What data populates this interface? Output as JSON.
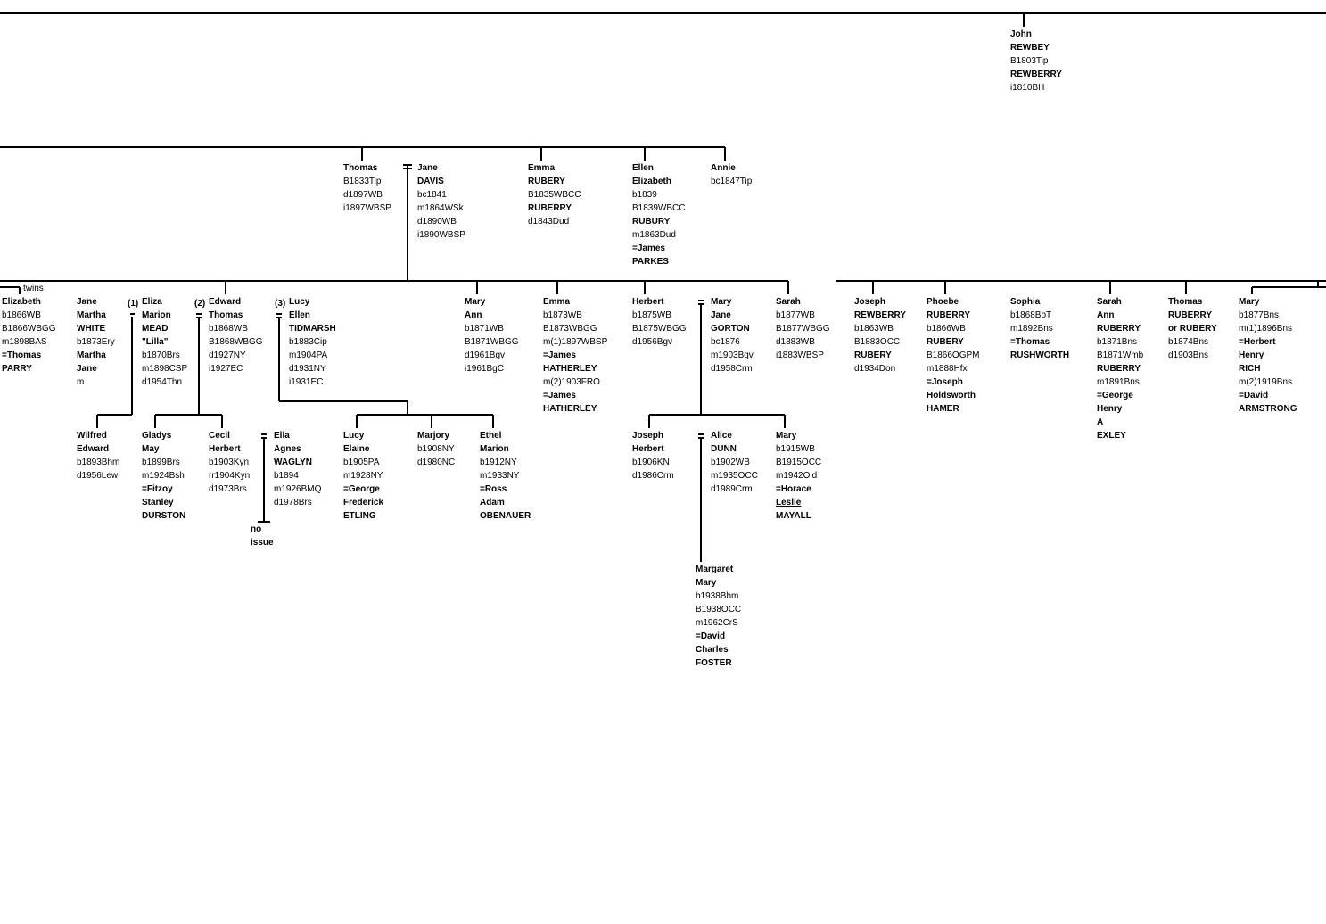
{
  "people": [
    {
      "id": "john",
      "lines": [
        {
          "t": "John",
          "b": 1
        },
        {
          "t": "REWBEY",
          "b": 1
        },
        {
          "t": "B1803Tip"
        },
        {
          "t": "REWBERRY",
          "b": 1
        },
        {
          "t": "i1810BH"
        }
      ]
    },
    {
      "id": "thomas",
      "lines": [
        {
          "t": "Thomas",
          "b": 1
        },
        {
          "t": "B1833Tip"
        },
        {
          "t": "d1897WB"
        },
        {
          "t": "i1897WBSP"
        }
      ]
    },
    {
      "id": "jane-davis",
      "lines": [
        {
          "t": "Jane",
          "b": 1
        },
        {
          "t": "DAVIS",
          "b": 1
        },
        {
          "t": "bc1841"
        },
        {
          "t": "m1864WSk"
        },
        {
          "t": "d1890WB"
        },
        {
          "t": "i1890WBSP"
        }
      ]
    },
    {
      "id": "emma-rubery",
      "lines": [
        {
          "t": "Emma",
          "b": 1
        },
        {
          "t": "RUBERY",
          "b": 1
        },
        {
          "t": "B1835WBCC"
        },
        {
          "t": "RUBERRY",
          "b": 1
        },
        {
          "t": "d1843Dud"
        }
      ]
    },
    {
      "id": "ellen-elizabeth",
      "lines": [
        {
          "t": "Ellen",
          "b": 1
        },
        {
          "t": "Elizabeth",
          "b": 1
        },
        {
          "t": "b1839"
        },
        {
          "t": "B1839WBCC"
        },
        {
          "t": "RUBURY",
          "b": 1
        },
        {
          "t": "m1863Dud"
        },
        {
          "t": "=James",
          "b": 1
        },
        {
          "t": " PARKES",
          "b": 1
        }
      ]
    },
    {
      "id": "annie",
      "lines": [
        {
          "t": "Annie",
          "b": 1
        },
        {
          "t": "bc1847Tip"
        }
      ]
    },
    {
      "id": "elizabeth",
      "lines": [
        {
          "t": "Elizabeth",
          "b": 1
        },
        {
          "t": "b1866WB"
        },
        {
          "t": "B1866WBGG"
        },
        {
          "t": "m1898BAS"
        },
        {
          "t": "=Thomas",
          "b": 1
        },
        {
          "t": " PARRY",
          "b": 1
        }
      ]
    },
    {
      "id": "jane-martha",
      "lines": [
        {
          "t": "Jane",
          "b": 1
        },
        {
          "t": "Martha",
          "b": 1
        },
        {
          "t": "WHITE",
          "b": 1
        },
        {
          "t": "b1873Ery"
        },
        {
          "t": "Martha",
          "b": 1
        },
        {
          "t": "Jane",
          "b": 1
        },
        {
          "t": "m"
        }
      ]
    },
    {
      "id": "eliza-marion",
      "lines": [
        {
          "t": "Eliza",
          "b": 1
        },
        {
          "t": "Marion",
          "b": 1
        },
        {
          "t": "MEAD",
          "b": 1
        },
        {
          "t": "\"Lilla\"",
          "b": 1
        },
        {
          "t": "b1870Brs"
        },
        {
          "t": "m1898CSP"
        },
        {
          "t": "d1954Thn"
        }
      ]
    },
    {
      "id": "edward-thomas",
      "lines": [
        {
          "t": "Edward",
          "b": 1
        },
        {
          "t": "Thomas",
          "b": 1
        },
        {
          "t": "b1868WB"
        },
        {
          "t": "B1868WBGG"
        },
        {
          "t": "d1927NY"
        },
        {
          "t": "i1927EC"
        }
      ]
    },
    {
      "id": "lucy-ellen",
      "lines": [
        {
          "t": "Lucy",
          "b": 1
        },
        {
          "t": "Ellen",
          "b": 1
        },
        {
          "t": "TIDMARSH",
          "b": 1
        },
        {
          "t": "b1883Cip"
        },
        {
          "t": "m1904PA"
        },
        {
          "t": "d1931NY"
        },
        {
          "t": "i1931EC"
        }
      ]
    },
    {
      "id": "mary-ann",
      "lines": [
        {
          "t": "Mary",
          "b": 1
        },
        {
          "t": "Ann",
          "b": 1
        },
        {
          "t": "b1871WB"
        },
        {
          "t": "B1871WBGG"
        },
        {
          "t": "d1961Bgv"
        },
        {
          "t": "i1961BgC"
        }
      ]
    },
    {
      "id": "emma-1873",
      "lines": [
        {
          "t": "Emma",
          "b": 1
        },
        {
          "t": "b1873WB"
        },
        {
          "t": "B1873WBGG"
        },
        {
          "t": "m(1)1897WBSP"
        },
        {
          "t": "=James",
          "b": 1
        },
        {
          "t": " HATHERLEY",
          "b": 1
        },
        {
          "t": "m(2)1903FRO"
        },
        {
          "t": "=James",
          "b": 1
        },
        {
          "t": " HATHERLEY",
          "b": 1
        }
      ]
    },
    {
      "id": "herbert",
      "lines": [
        {
          "t": "Herbert",
          "b": 1
        },
        {
          "t": "b1875WB"
        },
        {
          "t": "B1875WBGG"
        },
        {
          "t": "d1956Bgv"
        }
      ]
    },
    {
      "id": "mary-jane-gorton",
      "lines": [
        {
          "t": "Mary",
          "b": 1
        },
        {
          "t": "Jane",
          "b": 1
        },
        {
          "t": "GORTON",
          "b": 1
        },
        {
          "t": "bc1876"
        },
        {
          "t": "m1903Bgv"
        },
        {
          "t": "d1958Crm"
        }
      ]
    },
    {
      "id": "sarah-1877",
      "lines": [
        {
          "t": "Sarah",
          "b": 1
        },
        {
          "t": "b1877WB"
        },
        {
          "t": "B1877WBGG"
        },
        {
          "t": "d1883WB"
        },
        {
          "t": "i1883WBSP"
        }
      ]
    },
    {
      "id": "joseph-rewberry",
      "lines": [
        {
          "t": "Joseph",
          "b": 1
        },
        {
          "t": "REWBERRY",
          "b": 1
        },
        {
          "t": "b1863WB"
        },
        {
          "t": "B1883OCC"
        },
        {
          "t": "RUBERY",
          "b": 1
        },
        {
          "t": "d1934Don"
        }
      ]
    },
    {
      "id": "phoebe",
      "lines": [
        {
          "t": "Phoebe",
          "b": 1
        },
        {
          "t": "RUBERRY",
          "b": 1
        },
        {
          "t": "b1866WB"
        },
        {
          "t": "RUBERY",
          "b": 1
        },
        {
          "t": "B1866OGPM"
        },
        {
          "t": "m1888Hfx"
        },
        {
          "t": "=Joseph",
          "b": 1
        },
        {
          "t": " Holdsworth",
          "b": 1
        },
        {
          "t": " HAMER",
          "b": 1
        }
      ]
    },
    {
      "id": "sophia",
      "lines": [
        {
          "t": "Sophia",
          "b": 1
        },
        {
          "t": "b1868BoT"
        },
        {
          "t": "m1892Bns"
        },
        {
          "t": "=Thomas",
          "b": 1
        },
        {
          "t": " RUSHWORTH",
          "b": 1
        }
      ]
    },
    {
      "id": "sarah-ann",
      "lines": [
        {
          "t": "Sarah",
          "b": 1
        },
        {
          "t": "Ann",
          "b": 1
        },
        {
          "t": "RUBERRY",
          "b": 1
        },
        {
          "t": "b1871Bns"
        },
        {
          "t": "B1871Wmb"
        },
        {
          "t": "RUBERRY",
          "b": 1
        },
        {
          "t": "m1891Bns"
        },
        {
          "t": "=George",
          "b": 1
        },
        {
          "t": " Henry",
          "b": 1
        },
        {
          "t": " A",
          "b": 1
        },
        {
          "t": " EXLEY",
          "b": 1
        }
      ]
    },
    {
      "id": "thomas-ruberry",
      "lines": [
        {
          "t": "Thomas",
          "b": 1
        },
        {
          "t": "RUBERRY",
          "b": 1
        },
        {
          "t": "or RUBERY",
          "b": 1
        },
        {
          "t": "b1874Bns"
        },
        {
          "t": "d1903Bns"
        }
      ]
    },
    {
      "id": "mary-1877",
      "lines": [
        {
          "t": "Mary",
          "b": 1
        },
        {
          "t": "b1877Bns"
        },
        {
          "t": "m(1)1896Bns"
        },
        {
          "t": "=Herbert",
          "b": 1
        },
        {
          "t": " Henry",
          "b": 1
        },
        {
          "t": " RICH",
          "b": 1
        },
        {
          "t": "m(2)1919Bns"
        },
        {
          "t": "=David",
          "b": 1
        },
        {
          "t": " ARMSTRONG",
          "b": 1
        }
      ]
    },
    {
      "id": "wilfred",
      "lines": [
        {
          "t": "Wilfred",
          "b": 1
        },
        {
          "t": "Edward",
          "b": 1
        },
        {
          "t": "b1893Bhm"
        },
        {
          "t": "d1956Lew"
        }
      ]
    },
    {
      "id": "gladys",
      "lines": [
        {
          "t": "Gladys",
          "b": 1
        },
        {
          "t": "May",
          "b": 1
        },
        {
          "t": "b1899Brs"
        },
        {
          "t": "m1924Bsh"
        },
        {
          "t": "=Fitzoy",
          "b": 1
        },
        {
          "t": " Stanley",
          "b": 1
        },
        {
          "t": " DURSTON",
          "b": 1
        }
      ]
    },
    {
      "id": "cecil",
      "lines": [
        {
          "t": "Cecil",
          "b": 1
        },
        {
          "t": "Herbert",
          "b": 1
        },
        {
          "t": "b1903Kyn"
        },
        {
          "t": "rr1904Kyn"
        },
        {
          "t": "d1973Brs"
        }
      ]
    },
    {
      "id": "ella",
      "lines": [
        {
          "t": "Ella",
          "b": 1
        },
        {
          "t": "Agnes",
          "b": 1
        },
        {
          "t": "WAGLYN",
          "b": 1
        },
        {
          "t": "b1894"
        },
        {
          "t": "m1926BMQ"
        },
        {
          "t": "d1978Brs"
        }
      ]
    },
    {
      "id": "no-issue",
      "lines": [
        {
          "t": "no",
          "b": 1
        },
        {
          "t": "issue",
          "b": 1
        }
      ]
    },
    {
      "id": "lucy-elaine",
      "lines": [
        {
          "t": "Lucy",
          "b": 1
        },
        {
          "t": "Elaine",
          "b": 1
        },
        {
          "t": "b1905PA"
        },
        {
          "t": "m1928NY"
        },
        {
          "t": "=George",
          "b": 1
        },
        {
          "t": " Frederick",
          "b": 1
        },
        {
          "t": " ETLING",
          "b": 1
        }
      ]
    },
    {
      "id": "marjory",
      "lines": [
        {
          "t": "Marjory",
          "b": 1
        },
        {
          "t": "b1908NY"
        },
        {
          "t": "d1980NC"
        }
      ]
    },
    {
      "id": "ethel",
      "lines": [
        {
          "t": "Ethel",
          "b": 1
        },
        {
          "t": "Marion",
          "b": 1
        },
        {
          "t": "b1912NY"
        },
        {
          "t": "m1933NY"
        },
        {
          "t": "=Ross",
          "b": 1
        },
        {
          "t": " Adam",
          "b": 1
        },
        {
          "t": " OBENAUER",
          "b": 1
        }
      ]
    },
    {
      "id": "joseph-herbert",
      "lines": [
        {
          "t": "Joseph",
          "b": 1
        },
        {
          "t": "Herbert",
          "b": 1
        },
        {
          "t": "b1906KN"
        },
        {
          "t": "d1986Crm"
        }
      ]
    },
    {
      "id": "alice-dunn",
      "lines": [
        {
          "t": "Alice",
          "b": 1
        },
        {
          "t": "DUNN",
          "b": 1
        },
        {
          "t": "b1902WB"
        },
        {
          "t": "m1935OCC"
        },
        {
          "t": "d1989Crm"
        }
      ]
    },
    {
      "id": "mary-1915",
      "lines": [
        {
          "t": "Mary",
          "b": 1
        },
        {
          "t": "b1915WB"
        },
        {
          "t": "B1915OCC"
        },
        {
          "t": "m1942Old"
        },
        {
          "t": "=Horace",
          "b": 1
        },
        {
          "t": " Leslie",
          "b": 1,
          "u": 1
        },
        {
          "t": " MAYALL",
          "b": 1
        }
      ]
    },
    {
      "id": "margaret",
      "lines": [
        {
          "t": "Margaret",
          "b": 1
        },
        {
          "t": "Mary",
          "b": 1
        },
        {
          "t": "b1938Bhm"
        },
        {
          "t": "B1938OCC"
        },
        {
          "t": "m1962CrS"
        },
        {
          "t": "=David",
          "b": 1
        },
        {
          "t": " Charles",
          "b": 1
        },
        {
          "t": " FOSTER",
          "b": 1
        }
      ]
    }
  ],
  "notes": {
    "twins": "twins",
    "marriage_1": "(1)",
    "marriage_2": "(2)",
    "marriage_3": "(3)"
  }
}
